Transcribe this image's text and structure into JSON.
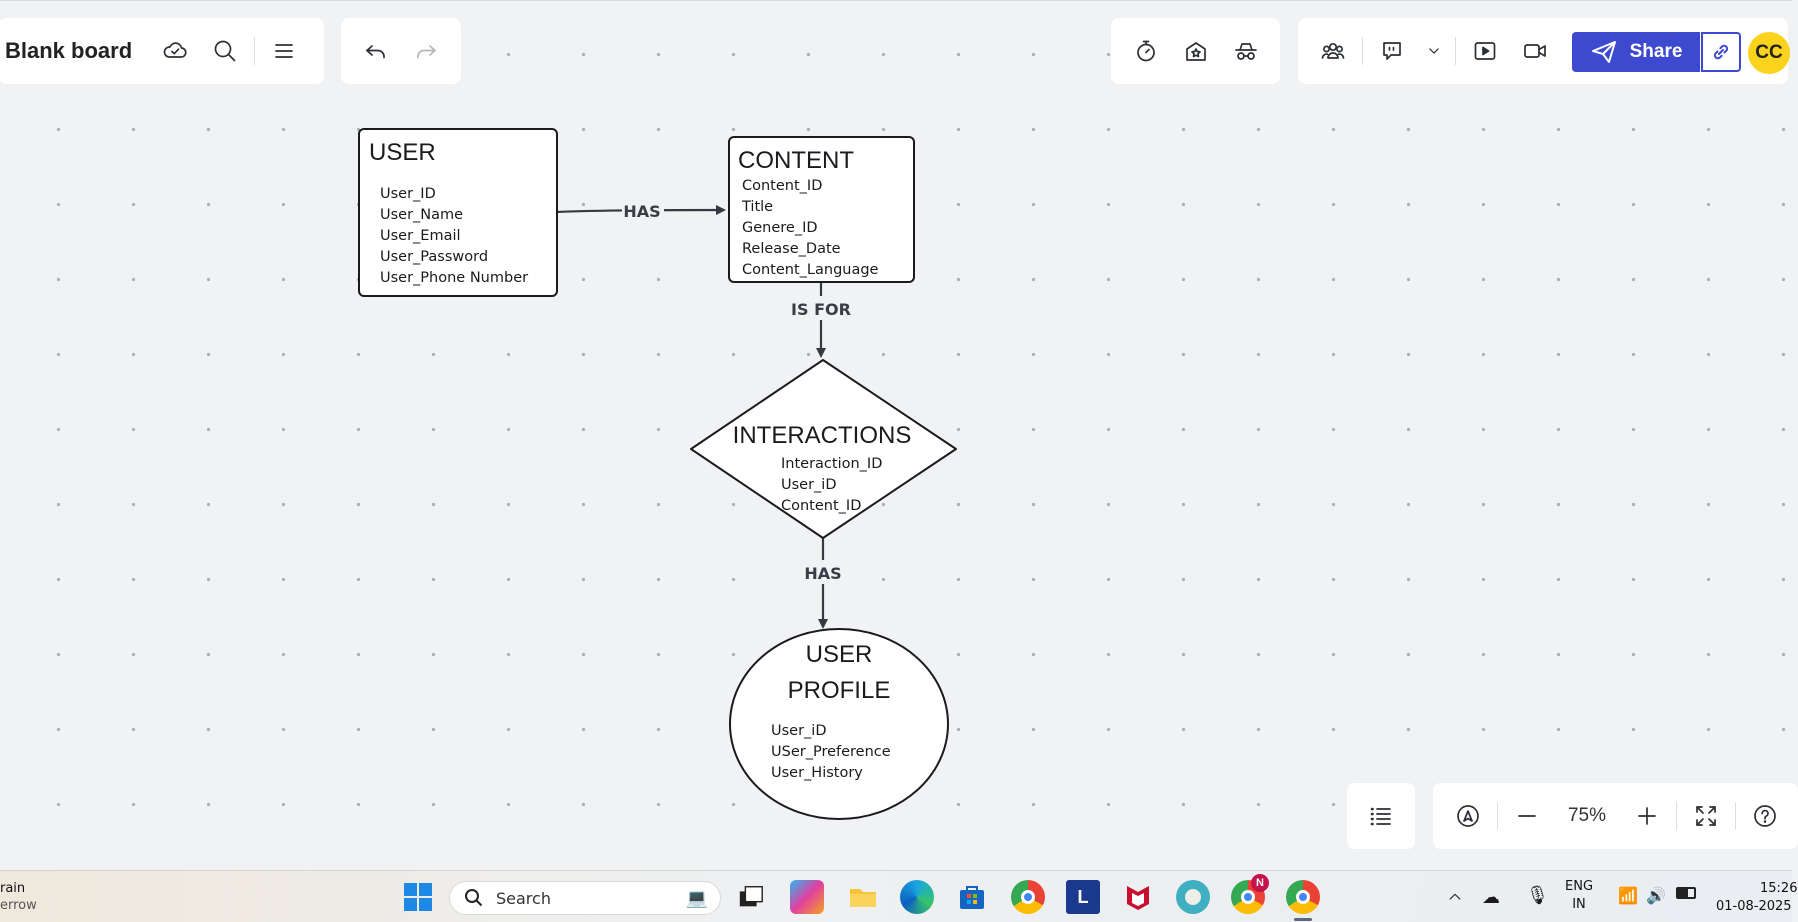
{
  "app": {
    "board_title": "Blank board",
    "share_label": "Share",
    "avatar_initials": "CC",
    "accent_color": "#3d4ad0",
    "avatar_color": "#fbd21c"
  },
  "toolbar_left": {
    "icons": [
      "cloud-saved-icon",
      "search-icon",
      "menu-icon"
    ],
    "history_icons": [
      "undo-icon",
      "redo-icon"
    ]
  },
  "toolbar_right": {
    "tools": [
      "timer-icon",
      "template-icon",
      "incognito-icon"
    ],
    "collab": [
      "collaborators-icon",
      "comment-icon",
      "chevron-down-icon",
      "present-icon",
      "video-icon"
    ]
  },
  "diagram": {
    "user": {
      "title": "USER",
      "attributes": [
        "User_ID",
        "User_Name",
        "User_Email",
        "User_Password",
        "User_Phone Number"
      ]
    },
    "content": {
      "title": "CONTENT",
      "attributes": [
        "Content_ID",
        "Title",
        "Genere_ID",
        "Release_Date",
        "Content_Language"
      ]
    },
    "interactions": {
      "title": "INTERACTIONS",
      "attributes": [
        "Interaction_ID",
        "User_iD",
        "Content_ID"
      ]
    },
    "user_profile": {
      "title_line1": "USER",
      "title_line2": "PROFILE",
      "attributes": [
        "User_iD",
        "USer_Preference",
        "User_History"
      ]
    },
    "relations": {
      "user_content": "HAS",
      "content_interactions": "IS FOR",
      "interactions_profile": "HAS"
    }
  },
  "zoom": {
    "level": "75%"
  },
  "taskbar": {
    "weather_line1": "rain",
    "weather_line2": "errow",
    "search_placeholder": "Search",
    "language_line1": "ENG",
    "language_line2": "IN",
    "time": "15:26",
    "date": "01-08-2025",
    "notification_badge": "N"
  }
}
